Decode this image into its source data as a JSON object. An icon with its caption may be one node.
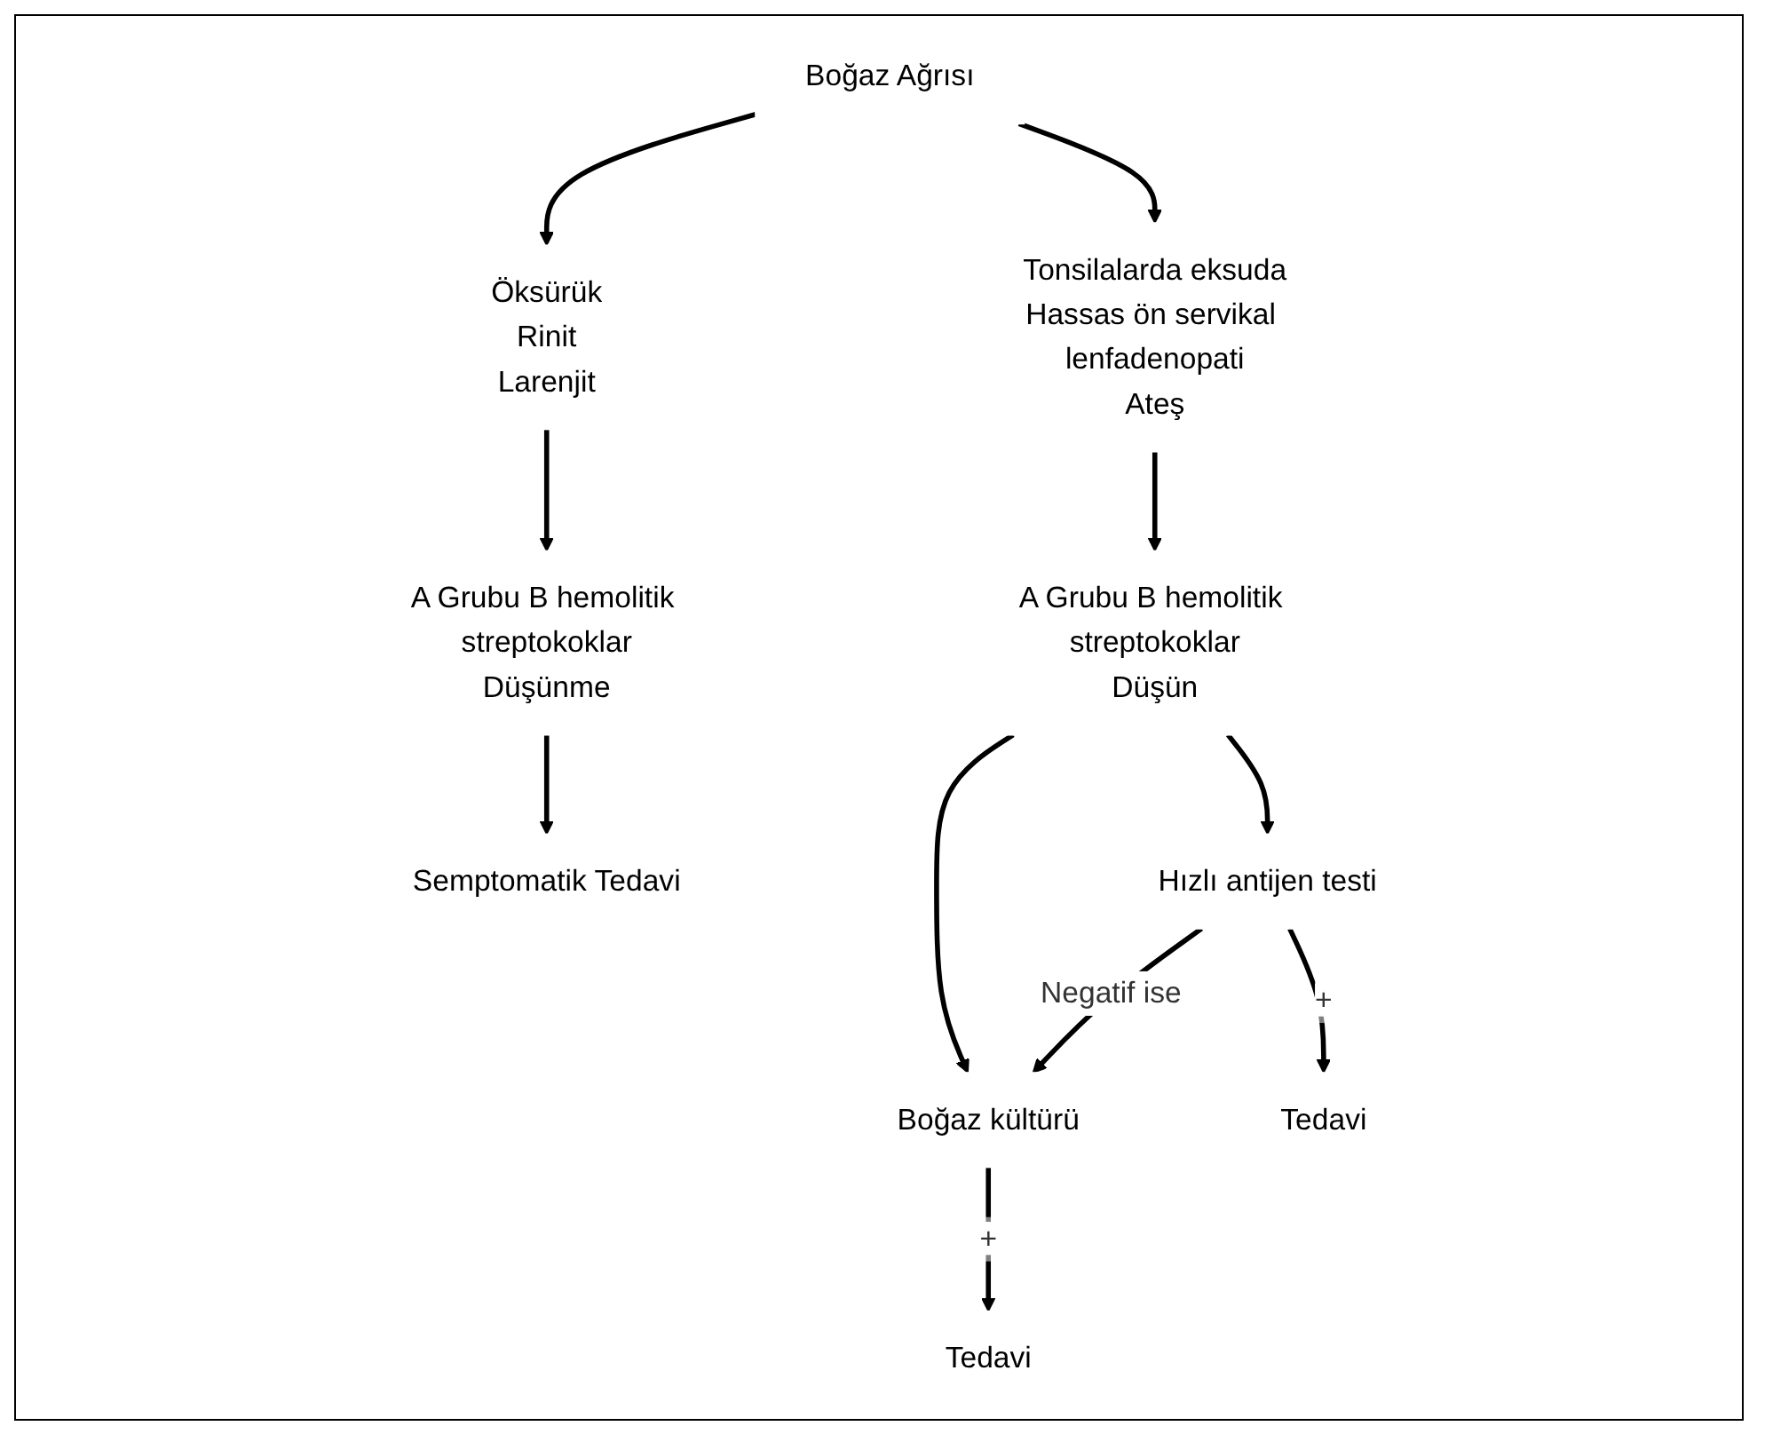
{
  "diagram": {
    "nodes": [
      {
        "text": [
          "Boğaz Ağrısı"
        ]
      },
      {
        "text": [
          "Öksürük",
          "Rinit",
          "Larenjit"
        ]
      },
      {
        "text": [
          "Tonsilalarda eksuda",
          "Hassas ön servikal lenfadenopati",
          "Ateş"
        ]
      },
      {
        "text": [
          "A Grubu B hemolitik streptokoklar",
          "Düşünme"
        ]
      },
      {
        "text": [
          "A Grubu B hemolitik streptokoklar",
          "Düşün"
        ]
      },
      {
        "text": [
          "Semptomatik Tedavi"
        ]
      },
      {
        "text": [
          "Boğaz kültürü"
        ]
      },
      {
        "text": [
          "Hızlı antijen testi"
        ]
      },
      {
        "text": [
          "Tedavi"
        ]
      },
      {
        "text": [
          "Tedavi"
        ]
      }
    ],
    "edges": [
      {
        "from": 0,
        "to": 1,
        "arrow": "to"
      },
      {
        "from": 0,
        "to": 2,
        "arrow": "to"
      },
      {
        "from": 1,
        "to": 3,
        "arrow": "to"
      },
      {
        "from": 2,
        "to": 4,
        "arrow": "to"
      },
      {
        "from": 3,
        "to": 5,
        "arrow": "to"
      },
      {
        "from": 4,
        "to": 6,
        "arrow": "to"
      },
      {
        "from": 4,
        "to": 7,
        "arrow": "to"
      },
      {
        "from": 7,
        "to": 6,
        "arrow": "to",
        "label": "Negatif ise"
      },
      {
        "from": 6,
        "to": 8,
        "arrow": "to",
        "label": "+"
      },
      {
        "from": 7,
        "to": 9,
        "arrow": "to",
        "label": "+"
      }
    ]
  }
}
